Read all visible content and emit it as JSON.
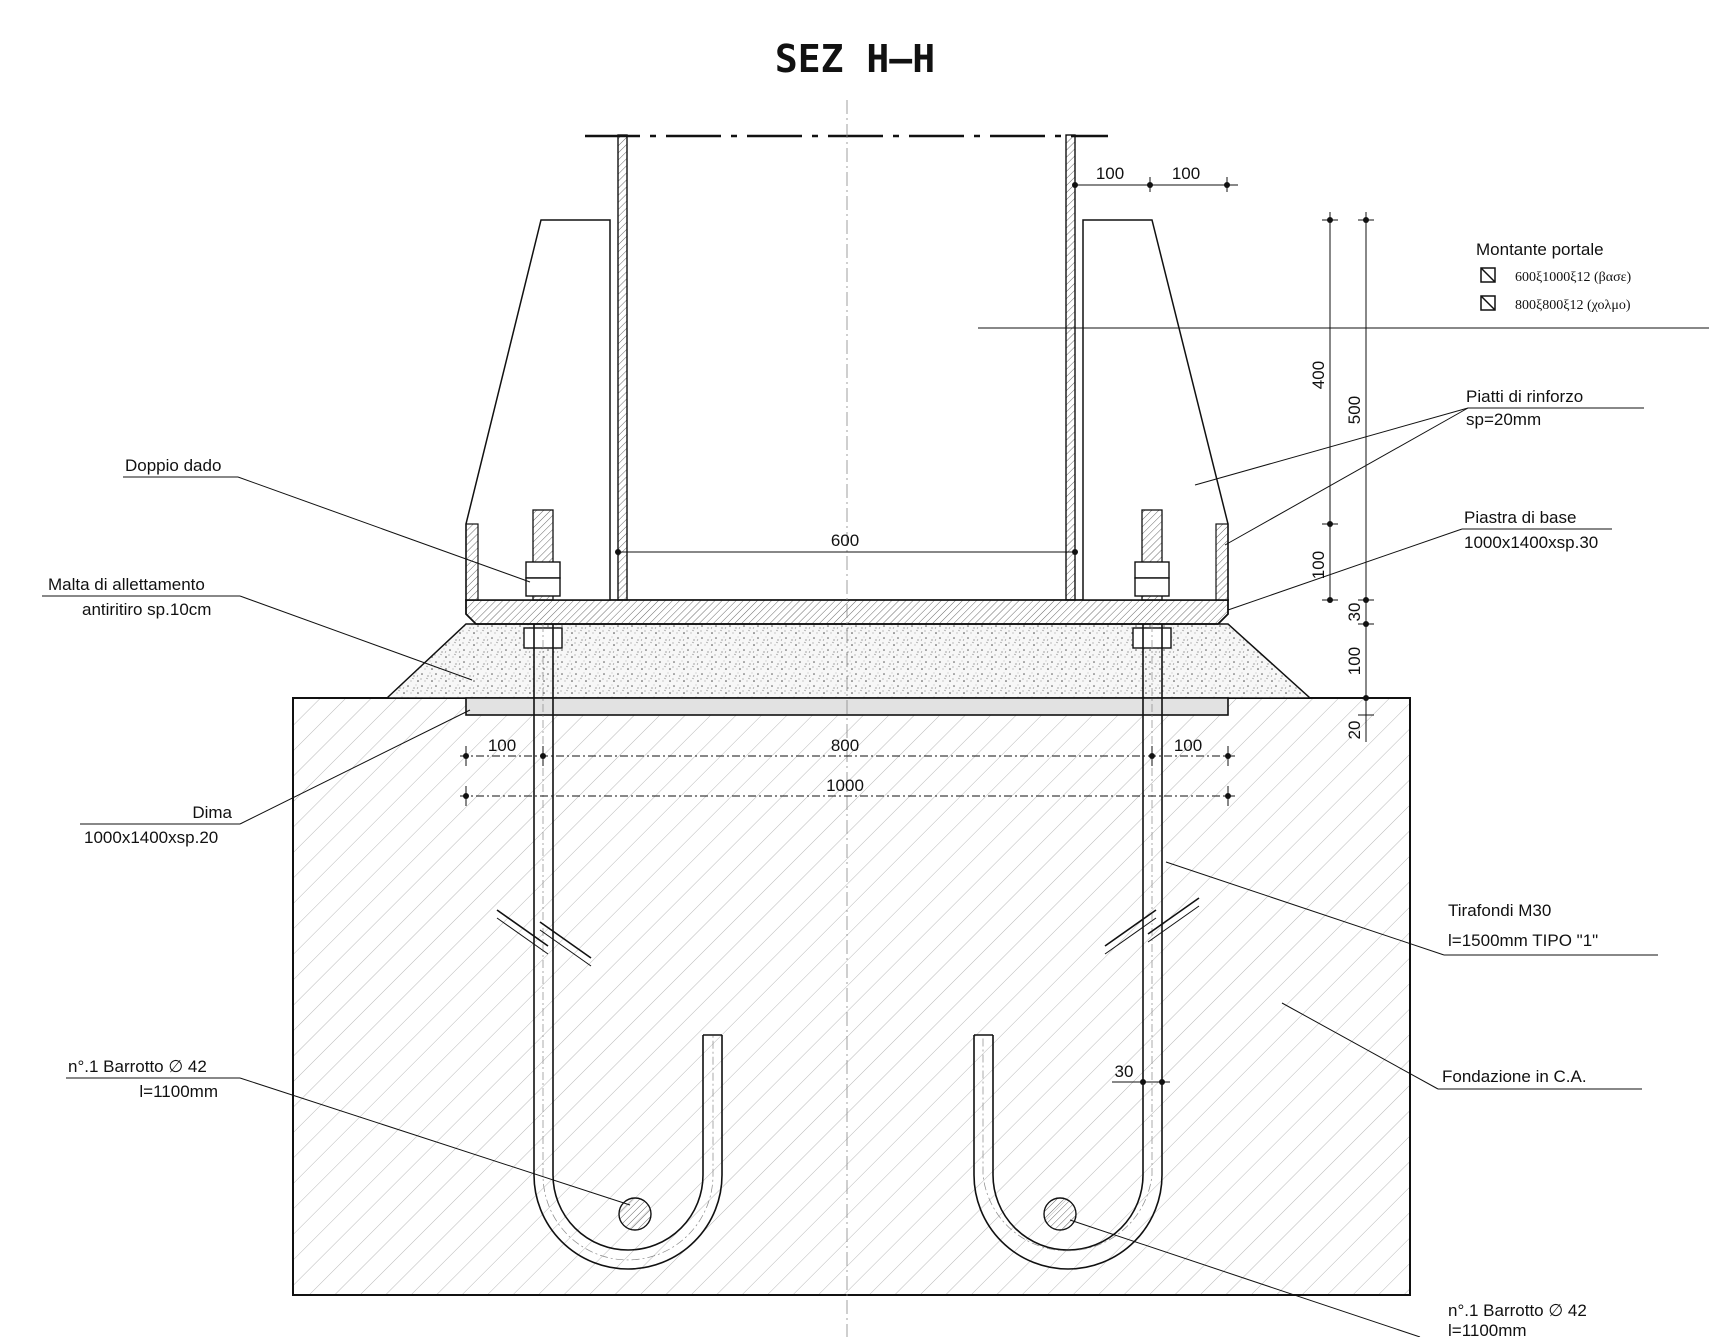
{
  "title": "SEZ H–H",
  "labels": {
    "doppio_dado": "Doppio dado",
    "malta_1": "Malta di allettamento",
    "malta_2": "antiritiro sp.10cm",
    "dima_1": "Dima",
    "dima_2": "1000x1400xsp.20",
    "barrotto_left_1": "n°.1 Barrotto ∅ 42",
    "barrotto_left_2": "l=1100mm",
    "montante_title": "Montante portale",
    "montante_item_1": "600ξ1000ξ12 (βασε)",
    "montante_item_2": "800ξ800ξ12 (χολμο)",
    "piatti_1": "Piatti di rinforzo",
    "piatti_2": "sp=20mm",
    "piastra_1": "Piastra di base",
    "piastra_2": "1000x1400xsp.30",
    "tirafondi_1": "Tirafondi M30",
    "tirafondi_2": "l=1500mm TIPO \"1\"",
    "fondazione": "Fondazione in C.A.",
    "barrotto_right_1": "n°.1 Barrotto ∅ 42",
    "barrotto_right_2": "l=1100mm"
  },
  "dimensions": {
    "top_100_a": "100",
    "top_100_b": "100",
    "inner_600": "600",
    "bottom_100_left": "100",
    "bottom_800": "800",
    "bottom_100_right": "100",
    "bottom_1000": "1000",
    "v_400": "400",
    "v_500": "500",
    "v_100_a": "100",
    "v_30": "30",
    "v_100_b": "100",
    "v_20": "20",
    "bar_30": "30"
  }
}
